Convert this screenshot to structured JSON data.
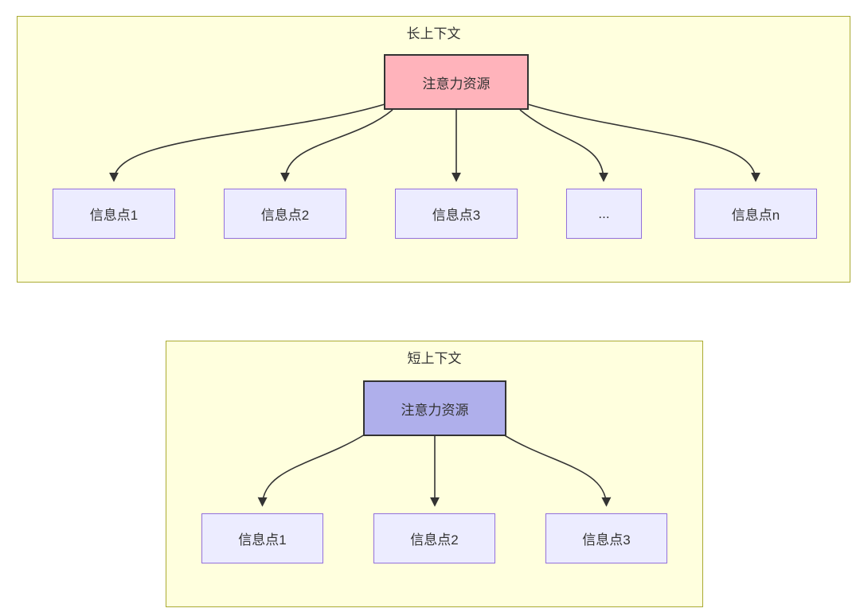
{
  "diagram_type": "flowchart",
  "colors": {
    "cluster_fill": "#FFFFDE",
    "cluster_border": "#AAAA33",
    "info_node_fill": "#ECECFF",
    "info_node_border": "#9370DB",
    "attention_long_fill": "#FFB3BB",
    "attention_short_fill": "#AFAFEB",
    "attention_border": "#333333",
    "edge_color": "#333333",
    "text_color": "#333333"
  },
  "clusters": [
    {
      "title": "长上下文",
      "attention_node": {
        "label": "注意力资源"
      },
      "info_nodes": [
        "信息点1",
        "信息点2",
        "信息点3",
        "...",
        "信息点n"
      ],
      "edges": "attention node fans out with arrows to all 5 info nodes"
    },
    {
      "title": "短上下文",
      "attention_node": {
        "label": "注意力资源"
      },
      "info_nodes": [
        "信息点1",
        "信息点2",
        "信息点3"
      ],
      "edges": "attention node fans out with arrows to all 3 info nodes"
    }
  ]
}
